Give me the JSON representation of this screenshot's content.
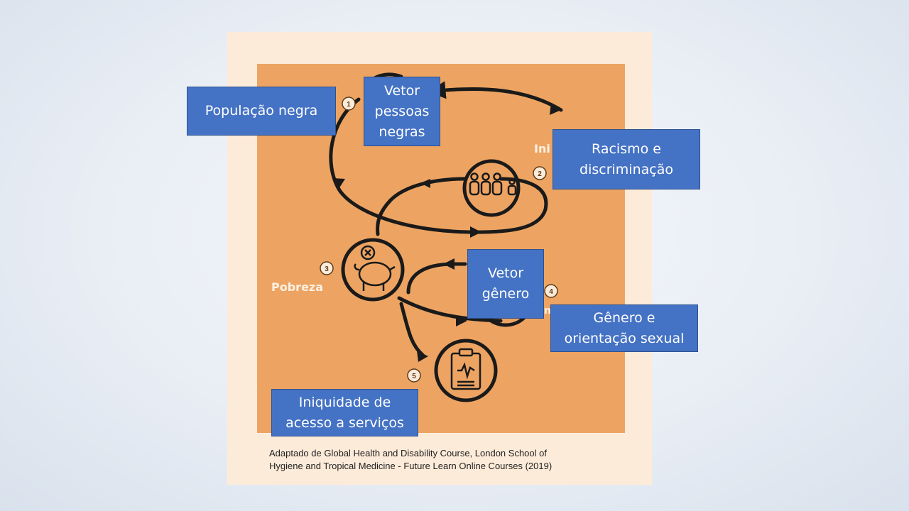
{
  "diagram": {
    "panel_text": {
      "iniquidade_fragment": "Ini",
      "pobreza": "Pobreza",
      "fragment_4": "n"
    },
    "step_numbers": [
      "1",
      "2",
      "3",
      "4",
      "5"
    ],
    "icons": [
      "three-people-icon",
      "piggy-bank-icon",
      "clipboard-heart-icon"
    ],
    "colors": {
      "panel": "#eda462",
      "card": "#fdebd9",
      "line": "#1a1a1a",
      "label_box": "#4472c4"
    }
  },
  "labels": {
    "populacao_negra": "População negra",
    "vetor_pessoas_negras": "Vetor pessoas negras",
    "racismo": "Racismo e discriminação",
    "vetor_genero": "Vetor gênero",
    "genero_orientacao": "Gênero e orientação sexual",
    "iniquidade": "Iniquidade de acesso a serviços"
  },
  "caption": {
    "line1": "Adaptado de Global Health and Disability Course, London School of",
    "line2": "Hygiene and Tropical Medicine - Future Learn Online Courses (2019)"
  }
}
